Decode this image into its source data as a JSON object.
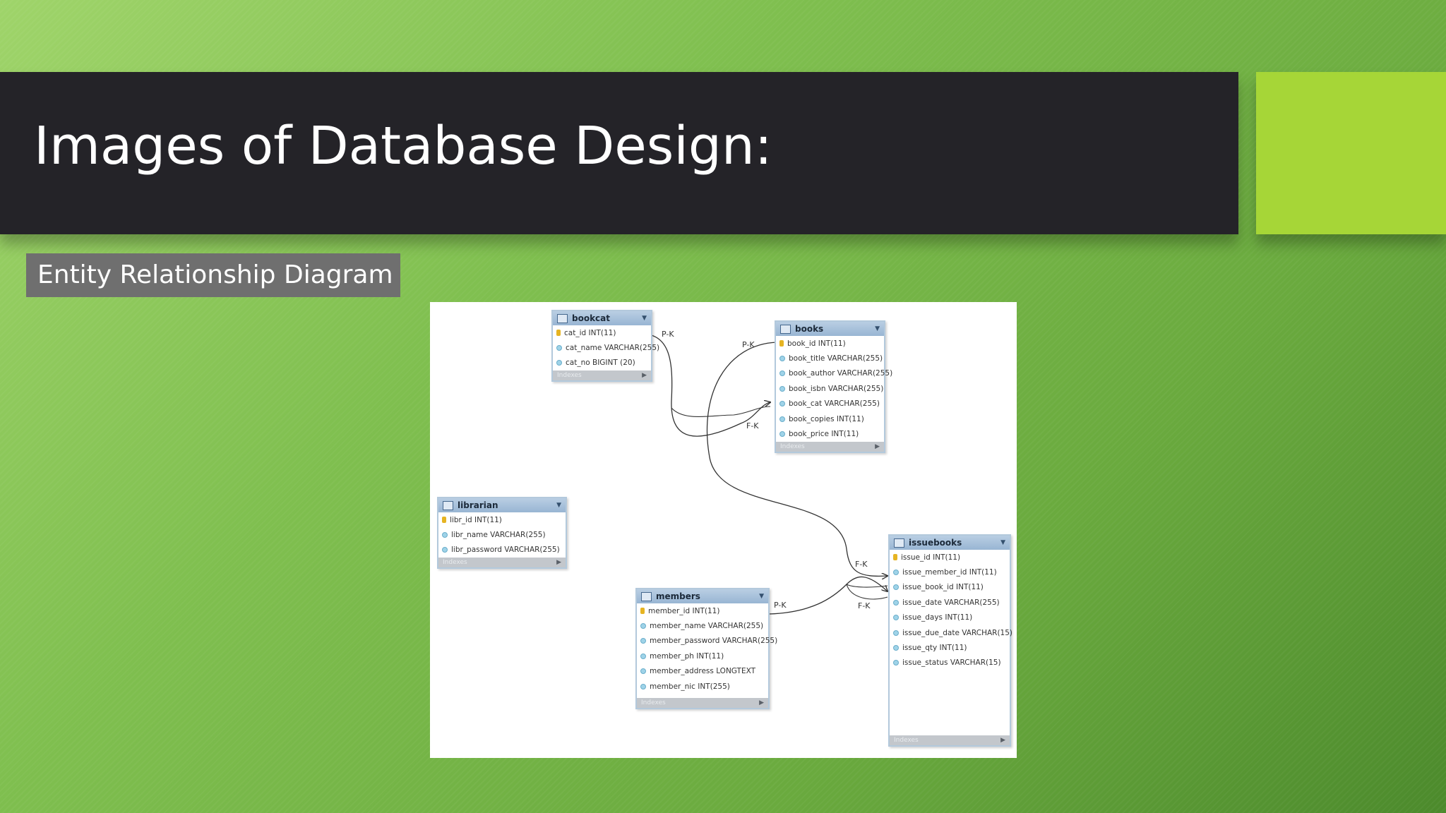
{
  "slide": {
    "title": "Images of Database Design:",
    "subtitle": "Entity Relationship Diagram",
    "colors": {
      "title_bar": "#242328",
      "accent": "#a6d637",
      "subtitle_box": "#6f6f6f",
      "background": "#7fbf4f"
    }
  },
  "diagram": {
    "footer_label": "Indexes",
    "entities": {
      "bookcat": {
        "name": "bookcat",
        "fields": [
          {
            "text": "cat_id INT(11)",
            "pk": true
          },
          {
            "text": "cat_name VARCHAR(255)",
            "pk": false
          },
          {
            "text": "cat_no BIGINT (20)",
            "pk": false
          }
        ]
      },
      "books": {
        "name": "books",
        "fields": [
          {
            "text": "book_id INT(11)",
            "pk": true
          },
          {
            "text": "book_title VARCHAR(255)",
            "pk": false
          },
          {
            "text": "book_author VARCHAR(255)",
            "pk": false
          },
          {
            "text": "book_isbn VARCHAR(255)",
            "pk": false
          },
          {
            "text": "book_cat VARCHAR(255)",
            "pk": false
          },
          {
            "text": "book_copies INT(11)",
            "pk": false
          },
          {
            "text": "book_price INT(11)",
            "pk": false
          }
        ]
      },
      "librarian": {
        "name": "librarian",
        "fields": [
          {
            "text": "libr_id INT(11)",
            "pk": true
          },
          {
            "text": "libr_name VARCHAR(255)",
            "pk": false
          },
          {
            "text": "libr_password VARCHAR(255)",
            "pk": false
          }
        ]
      },
      "members": {
        "name": "members",
        "fields": [
          {
            "text": "member_id INT(11)",
            "pk": true
          },
          {
            "text": "member_name VARCHAR(255)",
            "pk": false
          },
          {
            "text": "member_password VARCHAR(255)",
            "pk": false
          },
          {
            "text": "member_ph INT(11)",
            "pk": false
          },
          {
            "text": "member_address LONGTEXT",
            "pk": false
          },
          {
            "text": "member_nic INT(255)",
            "pk": false
          }
        ]
      },
      "issuebooks": {
        "name": "issuebooks",
        "fields": [
          {
            "text": "issue_id INT(11)",
            "pk": true
          },
          {
            "text": "issue_member_id INT(11)",
            "pk": false
          },
          {
            "text": "issue_book_id INT(11)",
            "pk": false
          },
          {
            "text": "issue_date VARCHAR(255)",
            "pk": false
          },
          {
            "text": "issue_days INT(11)",
            "pk": false
          },
          {
            "text": "issue_due_date VARCHAR(15)",
            "pk": false
          },
          {
            "text": "issue_qty INT(11)",
            "pk": false
          },
          {
            "text": "issue_status VARCHAR(15)",
            "pk": false
          }
        ]
      }
    },
    "relations": [
      {
        "from": "bookcat.cat_id",
        "to": "books.book_cat",
        "from_label": "P-K",
        "to_label": "F-K"
      },
      {
        "from": "books.book_id",
        "to": "issuebooks.issue_book_id",
        "from_label": "P-K",
        "to_label": "F-K"
      },
      {
        "from": "members.member_id",
        "to": "issuebooks.issue_member_id",
        "from_label": "P-K",
        "to_label": "F-K"
      }
    ]
  }
}
